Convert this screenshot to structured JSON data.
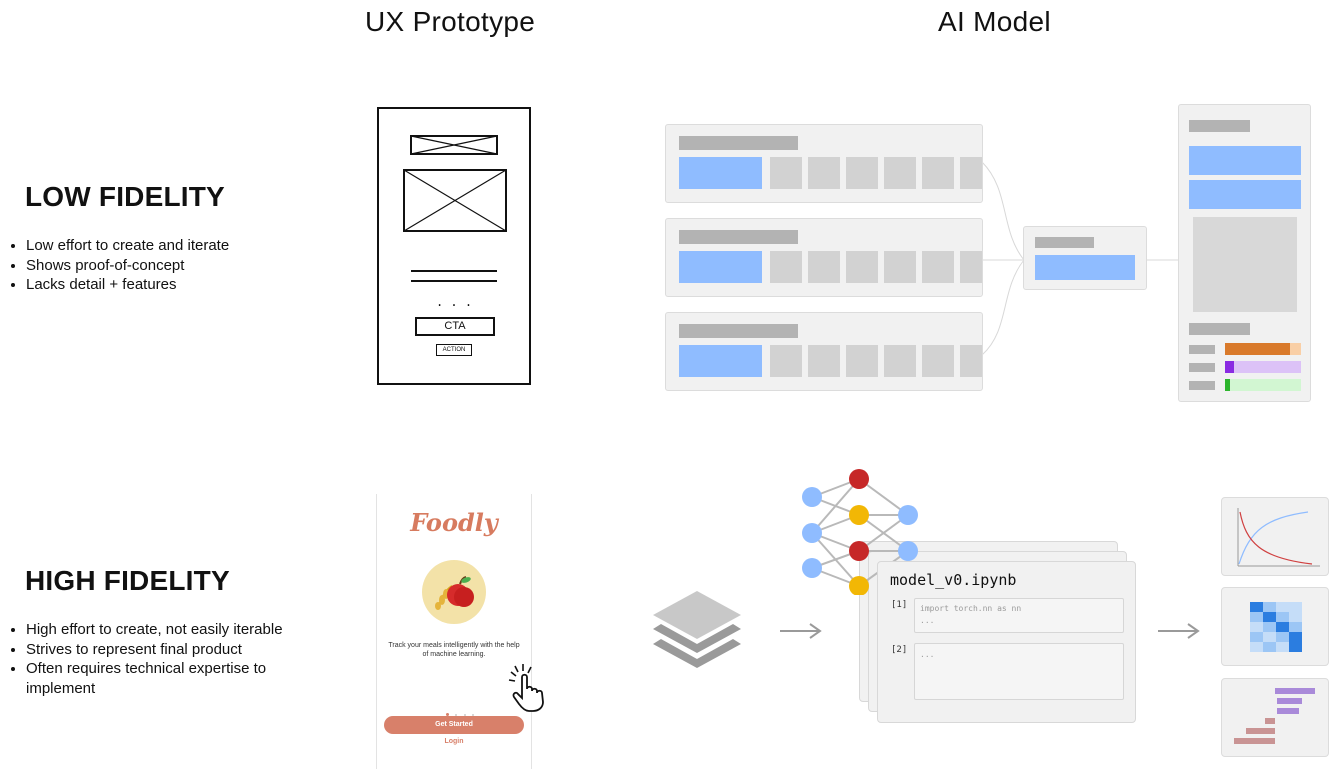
{
  "columns": {
    "ux": "UX Prototype",
    "ai": "AI Model"
  },
  "low": {
    "title": "LOW FIDELITY",
    "bullets": [
      "Low effort to create and iterate",
      "Shows proof-of-concept",
      "Lacks detail + features"
    ],
    "wireframe": {
      "dots": ". . .",
      "cta": "CTA",
      "action": "ACTION"
    }
  },
  "high": {
    "title": "HIGH FIDELITY",
    "bullets": [
      "High effort to create, not easily iterable",
      "Strives to represent final product",
      "Often requires technical expertise to implement"
    ],
    "app": {
      "brand": "Foodly",
      "tagline": "Track your meals intelligently with the help of machine learning.",
      "primary_button": "Get Started",
      "secondary_link": "Login"
    },
    "notebook": {
      "filename": "model_v0.ipynb",
      "cells": [
        {
          "index": "[1]",
          "lines": [
            "import torch.nn as nn",
            "..."
          ]
        },
        {
          "index": "[2]",
          "lines": [
            "..."
          ]
        }
      ]
    }
  },
  "colors": {
    "blue": "#8fbcff",
    "red": "#c62828",
    "yellow": "#f2b705",
    "orange": "#d97a2b",
    "purple": "#8a2be2",
    "green": "#2db52d",
    "button": "#d8806a",
    "heat": "#2b7de0"
  },
  "icons": [
    "layers-icon",
    "arrow-right-icon",
    "neural-network-icon",
    "pointer-hand-icon",
    "apple-logo-icon"
  ]
}
